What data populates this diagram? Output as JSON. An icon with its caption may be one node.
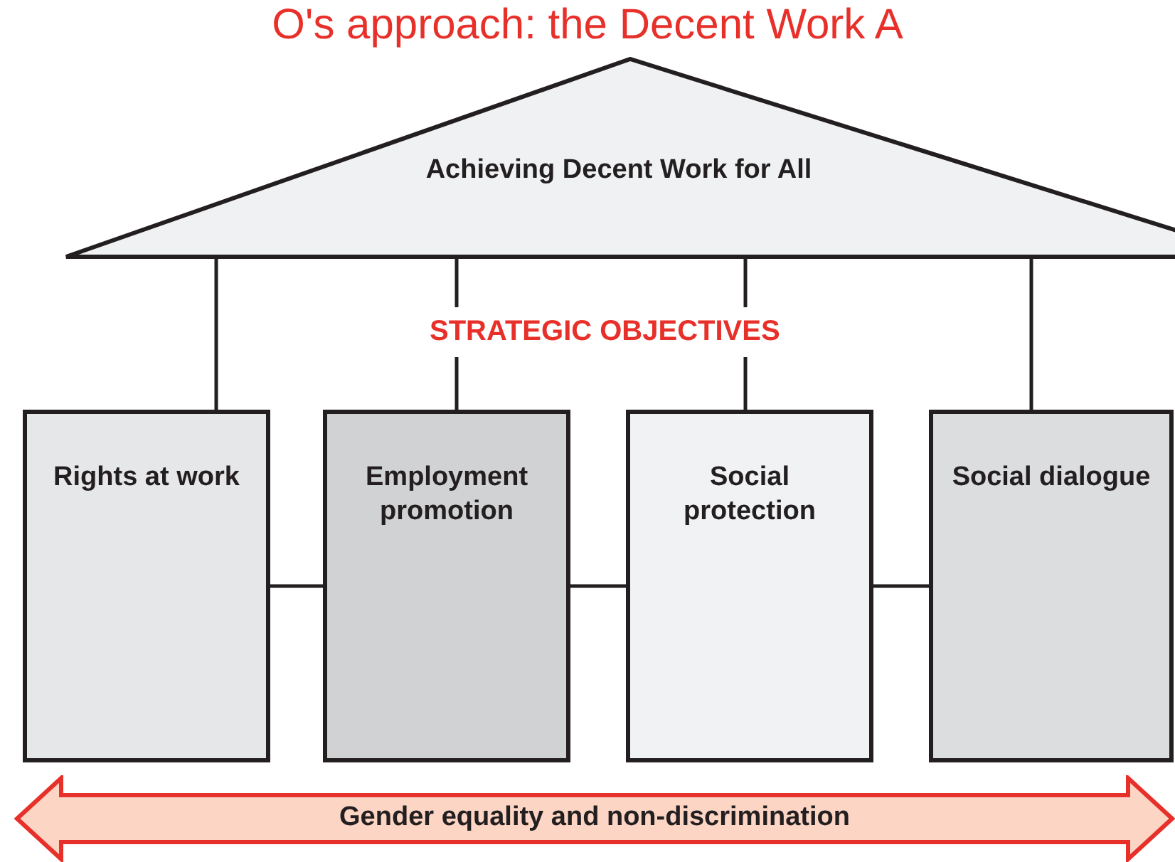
{
  "diagram": {
    "title": "O's approach: the Decent Work A",
    "nodes": [
      {
        "text": [
          "Achieving Decent Work for All"
        ]
      },
      {
        "text": [
          "Rights at work"
        ]
      },
      {
        "text": [
          "Employment promotion"
        ]
      },
      {
        "text": [
          "Social protection"
        ]
      },
      {
        "text": [
          "Social dialogue"
        ]
      },
      {
        "text": [
          "Gender equality and non-discrimination"
        ]
      }
    ],
    "edges": [
      {
        "from": 0,
        "to": 1,
        "arrow": "none"
      },
      {
        "from": 0,
        "to": 2,
        "arrow": "none"
      },
      {
        "from": 0,
        "to": 3,
        "arrow": "none"
      },
      {
        "from": 0,
        "to": 4,
        "arrow": "none"
      },
      {
        "from": 1,
        "to": 2,
        "arrow": "none"
      },
      {
        "from": 2,
        "to": 3,
        "arrow": "none"
      },
      {
        "from": 3,
        "to": 4,
        "arrow": "none"
      }
    ],
    "labels": [
      "STRATEGIC OBJECTIVES"
    ]
  }
}
